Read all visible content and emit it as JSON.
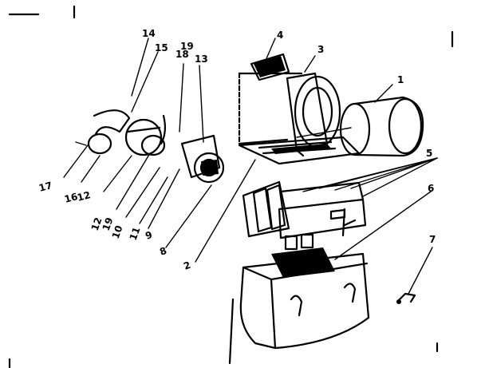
{
  "diagram": {
    "callouts": [
      {
        "id": "c1",
        "text": "1"
      },
      {
        "id": "c2",
        "text": "2"
      },
      {
        "id": "c3",
        "text": "3"
      },
      {
        "id": "c4",
        "text": "4"
      },
      {
        "id": "c5",
        "text": "5"
      },
      {
        "id": "c6",
        "text": "6"
      },
      {
        "id": "c7",
        "text": "7"
      },
      {
        "id": "c8",
        "text": "8"
      },
      {
        "id": "c9",
        "text": "9"
      },
      {
        "id": "c10",
        "text": "10"
      },
      {
        "id": "c11",
        "text": "11"
      },
      {
        "id": "c12",
        "text": "12"
      },
      {
        "id": "c13",
        "text": "13"
      },
      {
        "id": "c14",
        "text": "14"
      },
      {
        "id": "c15",
        "text": "15"
      },
      {
        "id": "c16",
        "text": "16"
      },
      {
        "id": "c17",
        "text": "17"
      },
      {
        "id": "c18",
        "text": "18"
      },
      {
        "id": "c19",
        "text": "19"
      },
      {
        "id": "c19b",
        "text": "19"
      },
      {
        "id": "c12b",
        "text": "12"
      }
    ]
  }
}
